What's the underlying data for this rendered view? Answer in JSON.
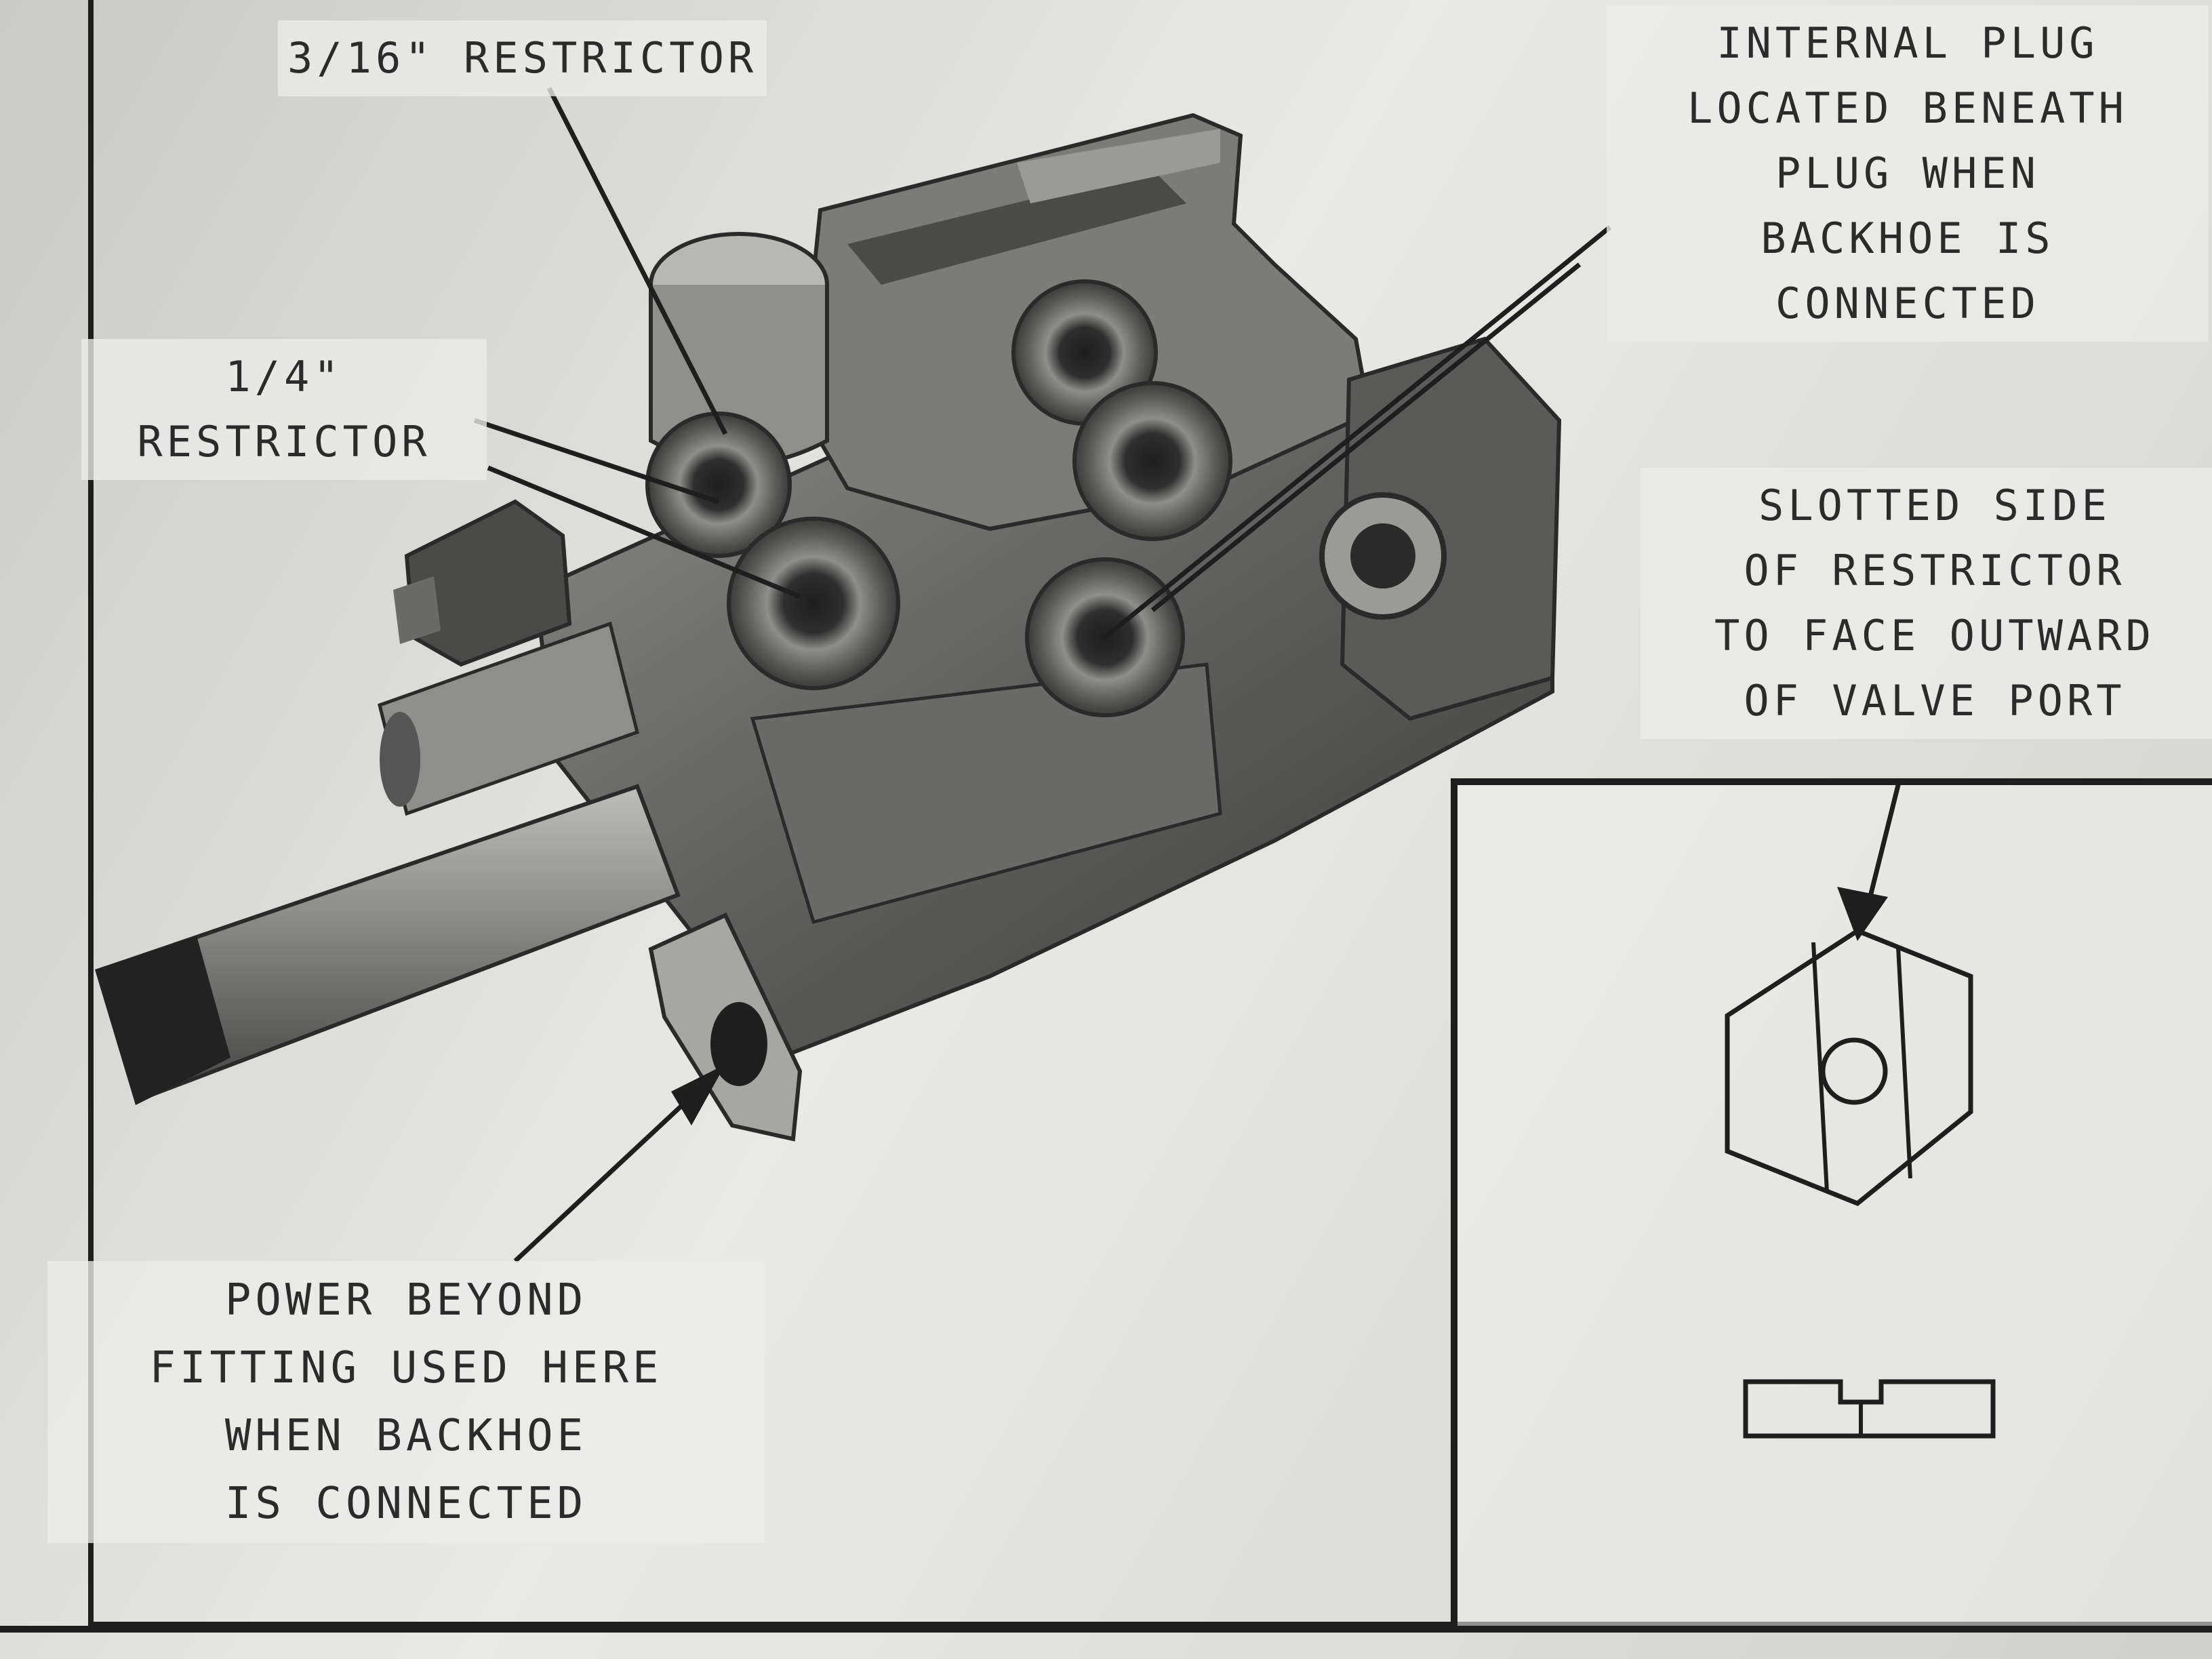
{
  "labels": {
    "restrictor_3_16": "3/16\" RESTRICTOR",
    "restrictor_1_4": "1/4\"\nRESTRICTOR",
    "internal_plug": "INTERNAL PLUG\nLOCATED BENEATH\nPLUG WHEN\nBACKHOE  IS\nCONNECTED",
    "slotted_side": "SLOTTED  SIDE\nOF RESTRICTOR\nTO FACE OUTWARD\nOF VALVE PORT",
    "power_beyond": "POWER  BEYOND\nFITTING USED HERE\nWHEN  BACKHOE\nIS  CONNECTED"
  },
  "colors": {
    "ink": "#1e1e1e",
    "paper": "#e6e6e3",
    "metal_dark": "#3a3a3a",
    "metal_mid": "#6e6e6c",
    "metal_light": "#a9a9a6"
  }
}
